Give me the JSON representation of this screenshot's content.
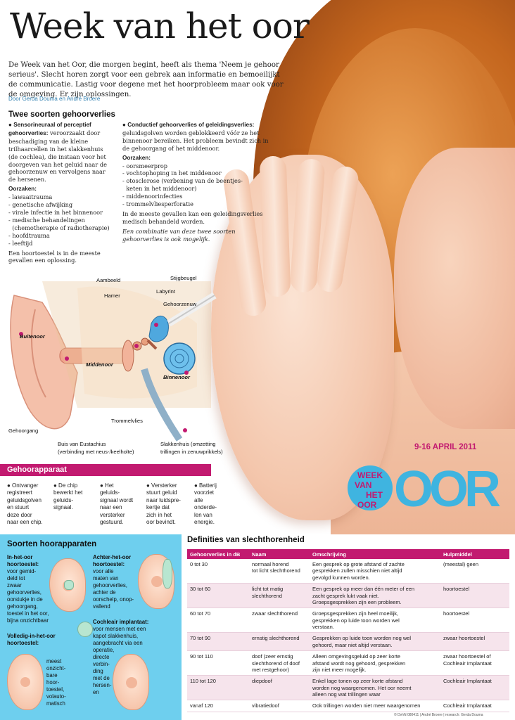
{
  "title": "Week van het oor",
  "intro": "De Week van het Oor, die morgen begint, heeft als thema 'Neem je gehoor serieus'. Slecht horen zorgt voor een gebrek aan informatie en bemoeilijkt de communicatie. Lastig voor degene met het hoorprobleem maar ook voor de omgeving. Er zijn oplossingen.",
  "byline": "Door Gerda Douma en André Broere",
  "gehoorverlies": {
    "heading": "Twee soorten gehoorverlies",
    "perceptief": {
      "title": "● Sensorineuraal of perceptief gehoorverlies:",
      "text": "veroorzaakt door beschadiging van de kleine trilhaarcellen in het slakkenhuis (de cochlea), die instaan voor het doorgeven van het geluid naar de gehoorzenuw en vervolgens naar de hersenen.",
      "causes_label": "Oorzaken:",
      "causes": [
        "- lawaaitrauma",
        "- genetische afwijking",
        "- virale infectie in het binnenoor",
        "- medische behandelingen",
        "  (chemotherapie of radiotherapie)",
        "- hoofdtrauma",
        "- leeftijd"
      ],
      "note": "Een hoortoestel is in de meeste gevallen een oplossing."
    },
    "conductief": {
      "title": "● Conductief gehoorverlies of geleidingsverlies:",
      "text": "geluidsgolven worden geblokkeerd vóór ze het binnenoor bereiken. Het probleem bevindt zich in de gehoorgang of het middenoor.",
      "causes_label": "Oorzaken:",
      "causes": [
        "- oorsmeerprop",
        "- vochtophoping in het middenoor",
        "- otosclerose (verbening van de beentjes-",
        "  keten in het middenoor)",
        "- middenoorinfecties",
        "- trommelvliesperforatie"
      ],
      "note": "In de meeste gevallen kan een geleidingsverlies medisch behandeld worden.",
      "combo": "Een combinatie van deze twee soorten gehoorverlies is ook mogelijk."
    }
  },
  "diagram": {
    "aambeeld": "Aambeeld",
    "stijgbeugel": "Stijgbeugel",
    "hamer": "Hamer",
    "labyrint": "Labyrint",
    "gehoorzenuw": "Gehoorzenuw",
    "buitenoor": "Buitenoor",
    "middenoor": "Middenoor",
    "binnenoor": "Binnenoor",
    "gehoorgang": "Gehoorgang",
    "trommelvlies": "Trommelvlies",
    "eustachius": "Buis van Eustachius",
    "eustachius_sub": "(verbinding met neus-/keelholte)",
    "slakkenhuis": "Slakkenhuis (omzetting",
    "slakkenhuis_sub": "trillingen in zenuwprikkels)"
  },
  "event": {
    "dates": "9-16 APRIL 2011",
    "week": "WEEK",
    "van": "VAN",
    "het": "HET",
    "oor_small": "OOR",
    "oor_big": "OOR"
  },
  "gehoorapparaat": {
    "heading": "Gehoorapparaat",
    "items": [
      "● Ontvanger\nregistreert\ngeluidsgolven\nen stuurt\ndeze door\nnaar een chip.",
      "● De chip\nbewerkt het\ngeluids-\nsignaal.",
      "● Het\ngeluids-\nsignaal wordt\nnaar een\nversterker\ngestuurd.",
      "● Versterker\nstuurt geluid\nnaar luidspre-\nkertje dat\nzich in het\noor bevindt.",
      "● Batterij\nvoorziet\nalle\nonderde-\nlen van\nenergie."
    ]
  },
  "soorten": {
    "heading": "Soorten hoorapparaten",
    "in_het_oor": {
      "title": "In-het-oor hoortoestel:",
      "text": "voor gemid-\ndeld tot\nzwaar\ngehoorverlies,\noorstukje in de\ngehoorgang,\ntoestel in het oor,\nbijna onzichtbaar"
    },
    "achter": {
      "title": "Achter-het-oor hoortoestel:",
      "text": "voor alle\nmaten van\ngehoorverlies,\nachter de\noorschelp, onop-\nvallend"
    },
    "cochleair": {
      "title": "Cochleair implantaat:",
      "text": "voor mensen met een\nkapot slakkenhuis,\naangebracht via een\noperatie,\ndirecte\nverbin-\nding\nmet de\nhersen-\nen"
    },
    "volledig": {
      "title": "Volledig-in-het-oor hoortoestel:",
      "text": "meest\nonzicht-\nbare\nhoor-\ntoestel,\nvolauto-\nmatisch"
    }
  },
  "definities": {
    "heading": "Definities van slechthorenheid",
    "columns": [
      "Gehoorverlies in dB",
      "Naam",
      "Omschrijving",
      "Hulpmiddel"
    ],
    "rows": [
      [
        "0 tot 30",
        "normaal horend\ntot licht slechthorend",
        "Een gesprek op grote afstand of zachte\ngesprekken zullen misschien niet altijd\ngevolgd kunnen worden.",
        "(meestal) geen"
      ],
      [
        "30 tot 60",
        "licht tot matig\nslechthorend",
        "Een gesprek op meer dan één meter of een\nzacht gesprek lukt vaak niet.\nGroepsgesprekken zijn een probleem.",
        "hoortoestel"
      ],
      [
        "60 tot 70",
        "zwaar slechthorend",
        "Groepsgesprekken zijn heel moeilijk,\ngesprekken op luide toon worden wel\nverstaan.",
        "hoortoestel"
      ],
      [
        "70 tot 90",
        "ernstig slechthorend",
        "Gesprekken op luide toon worden nog wel\ngehoord, maar niet altijd verstaan.",
        "zwaar hoortoestel"
      ],
      [
        "90 tot 110",
        "doof (zeer ernstig\nslechthorend of doof\nmet restgehoor)",
        "Alleen omgevingsgeluid op zeer korte\nafstand wordt nog gehoord, gesprekken\nzijn niet meer mogelijk.",
        "zwaar hoortoestel of\nCochleair Implantaat"
      ],
      [
        "110 tot 120",
        "diepdoof",
        "Enkel lage tonen op zeer korte afstand\nworden nog waargenomen. Het oor neemt\nalleen nog wat trillingen waar",
        "Cochleair Implantaat"
      ],
      [
        "vanaf 120",
        "vibratiedoof",
        "Ook trillingen worden niet meer waargenomen",
        "Cochleair Implantaat"
      ]
    ]
  },
  "credit": "© DvhN 080411 | André Broere | research: Gerda Douma",
  "colors": {
    "accent": "#c21a70",
    "blue": "#3fb4e0",
    "panel": "#6ecfee"
  }
}
